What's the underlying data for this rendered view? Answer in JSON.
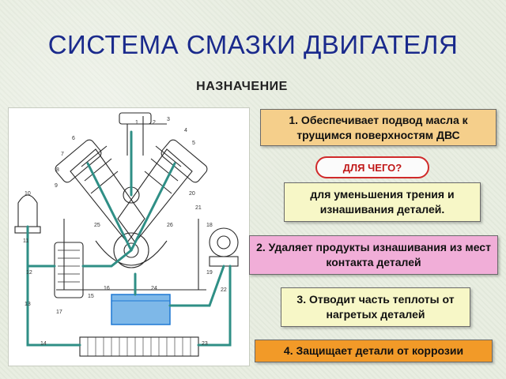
{
  "slide": {
    "title": "СИСТЕМА СМАЗКИ ДВИГАТЕЛЯ",
    "subtitle": "НАЗНАЧЕНИЕ",
    "question": "ДЛЯ ЧЕГО?",
    "functions": [
      "1. Обеспечивает подвод масла к трущимся поверхностям ДВС",
      "для уменьшения трения и изнашивания деталей.",
      "2. Удаляет продукты изнашивания из мест контакта деталей",
      "3. Отводит часть теплоты от нагретых деталей",
      "4. Защищает детали от коррозии"
    ]
  },
  "diagram": {
    "callout_numbers": [
      "1",
      "2",
      "3",
      "4",
      "5",
      "6",
      "7",
      "8",
      "9",
      "10",
      "11",
      "12",
      "13",
      "14",
      "15",
      "16",
      "17",
      "18",
      "19",
      "20",
      "21",
      "22",
      "23",
      "24",
      "25",
      "26"
    ],
    "colors": {
      "oil_line": "#2f8f86",
      "oil_sump": "#1f78d4",
      "line_art": "#2a2a2a"
    }
  }
}
